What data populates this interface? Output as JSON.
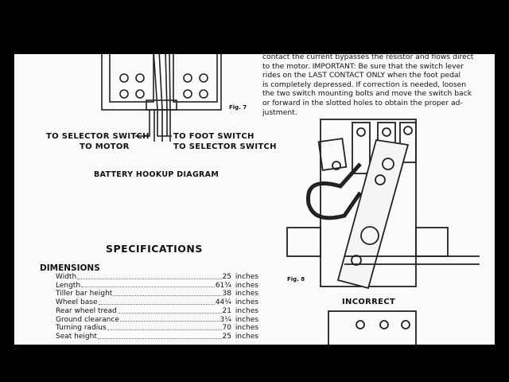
{
  "left": {
    "fig7_label": "Fig. 7",
    "wire_labels": {
      "to_selector_switch_left": "TO SELECTOR SWITCH",
      "to_motor": "TO MOTOR",
      "to_foot_switch": "TO FOOT SWITCH",
      "to_selector_switch_right": "TO SELECTOR SWITCH"
    },
    "diagram_caption": "BATTERY HOOKUP DIAGRAM",
    "specifications_title": "SPECIFICATIONS",
    "dimensions_title": "DIMENSIONS",
    "dimensions": [
      {
        "name": "Width",
        "value": "25",
        "unit": "inches"
      },
      {
        "name": "Length",
        "value": "61¾",
        "unit": "inches"
      },
      {
        "name": "Tiller bar height",
        "value": "38",
        "unit": "inches"
      },
      {
        "name": "Wheel base",
        "value": "44¼",
        "unit": "inches"
      },
      {
        "name": "Rear wheel tread",
        "value": "21",
        "unit": "inches"
      },
      {
        "name": "Ground clearance",
        "value": "3¼",
        "unit": "inches"
      },
      {
        "name": "Turning radius",
        "value": "70",
        "unit": "inches"
      },
      {
        "name": "Seat height",
        "value": "25",
        "unit": "inches"
      }
    ]
  },
  "right": {
    "paragraph_lines": [
      "contact the current bypasses the resistor and flows direct",
      "to the motor. IMPORTANT: Be sure that the switch lever",
      "rides on the LAST CONTACT ONLY when the foot pedal",
      "is completely depressed. If correction is needed, loosen",
      "the two switch mounting bolts and move the switch back",
      "or forward in the slotted holes to obtain the proper ad-",
      "justment."
    ],
    "fig8_label": "Fig. 8",
    "fig8_caption": "INCORRECT"
  }
}
